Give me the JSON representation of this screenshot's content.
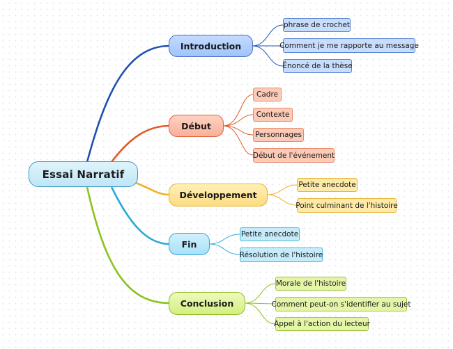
{
  "colors": {
    "introduction": "#1e4fb4",
    "debut": "#e05a28",
    "developpement": "#f0b020",
    "fin": "#2aa8d8",
    "conclusion": "#8cc21c",
    "leaf_connector": "#9a9a9a"
  },
  "mindmap": {
    "central": "Essai Narratif",
    "branches": [
      {
        "key": "introduction",
        "label": "Introduction",
        "items": [
          "phrase de crochet",
          "Comment je me rapporte au message",
          "Énoncé de la thèse"
        ]
      },
      {
        "key": "debut",
        "label": "Début",
        "items": [
          "Cadre",
          "Contexte",
          "Personnages",
          "Début de l'événement"
        ]
      },
      {
        "key": "developpement",
        "label": "Développement",
        "items": [
          "Petite anecdote",
          "Point culminant de l'histoire"
        ]
      },
      {
        "key": "fin",
        "label": "Fin",
        "items": [
          "Petite anecdote",
          "Résolution de l'histoire"
        ]
      },
      {
        "key": "conclusion",
        "label": "Conclusion",
        "items": [
          "Morale de l'histoire",
          "Comment peut-on s'identifier au sujet",
          "Appel à l'action du lecteur"
        ]
      }
    ]
  }
}
